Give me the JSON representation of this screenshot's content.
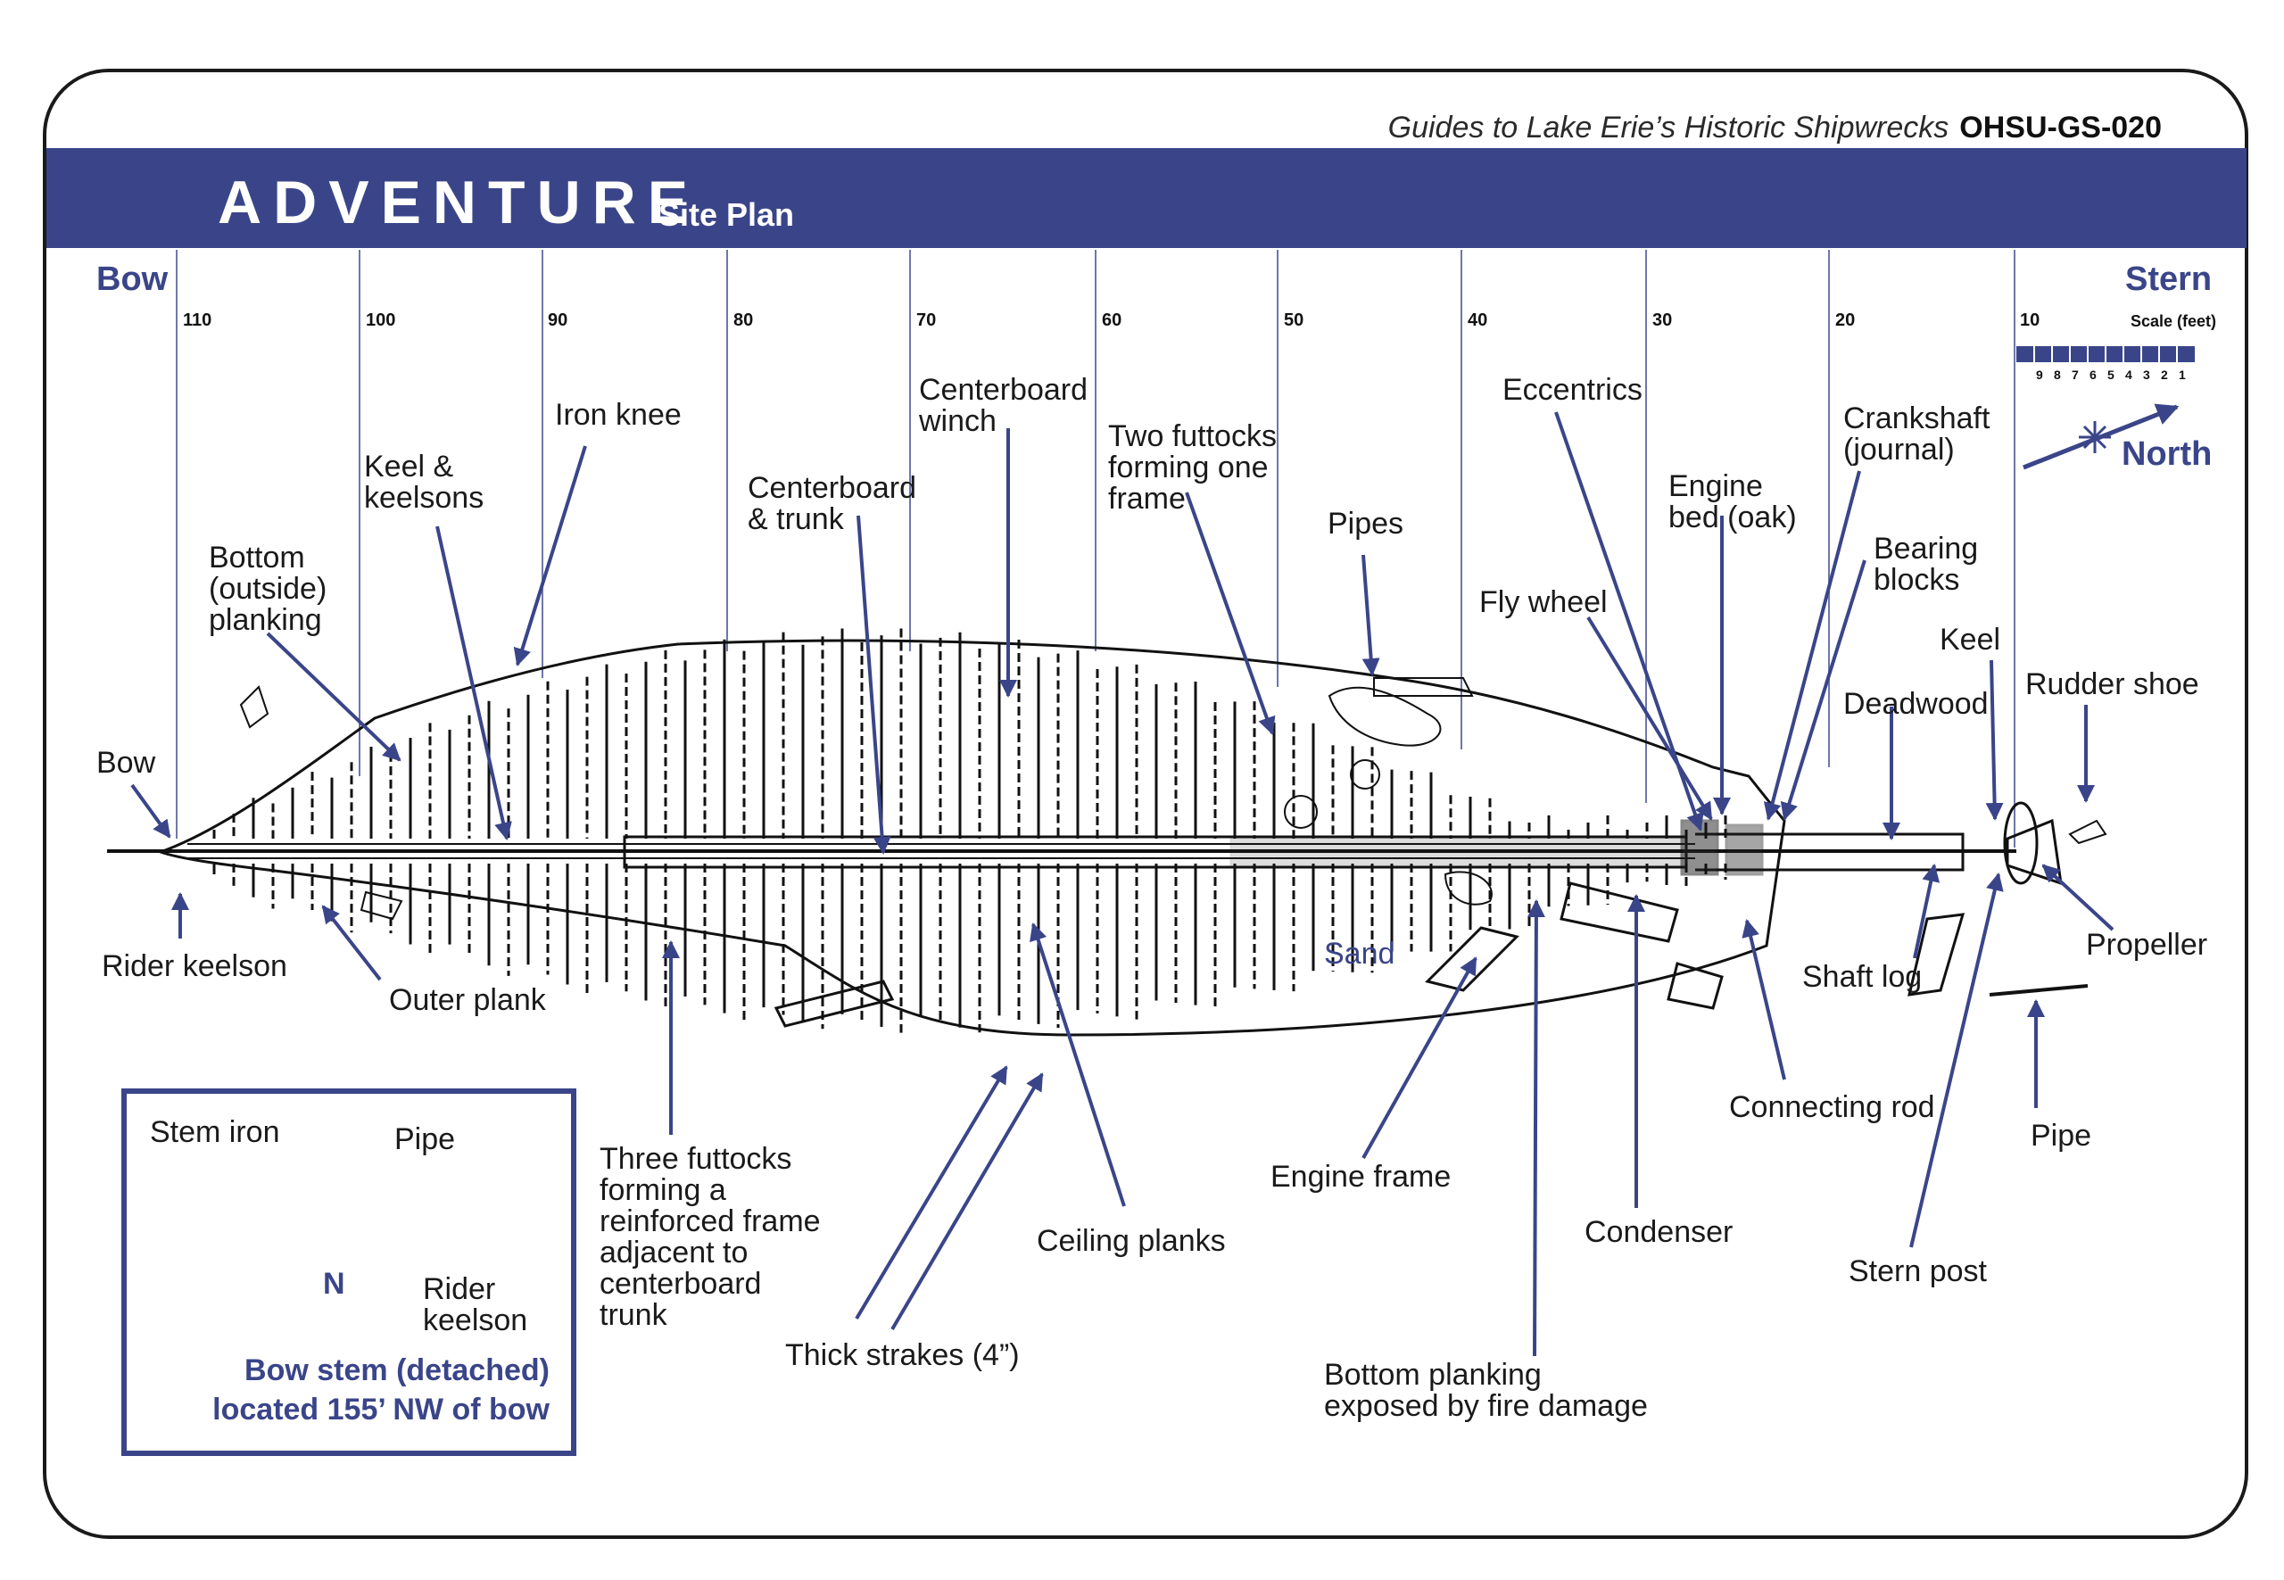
{
  "header": {
    "series": "Guides to Lake Erie’s Historic Shipwrecks",
    "code": "OHSU-GS-020",
    "title": "ADVENTURE",
    "subtitle": "Site Plan"
  },
  "ends": {
    "bow": "Bow",
    "stern": "Stern"
  },
  "distance_ticks": [
    "110",
    "100",
    "90",
    "80",
    "70",
    "60",
    "50",
    "40",
    "30",
    "20",
    "10"
  ],
  "scale": {
    "label": "Scale (feet)",
    "numbers": [
      "9",
      "8",
      "7",
      "6",
      "5",
      "4",
      "3",
      "2",
      "1"
    ]
  },
  "north_label": "North",
  "sand_label": "Sand",
  "labels": {
    "bow": "Bow",
    "rider_keelson": "Rider keelson",
    "outer_plank": "Outer plank",
    "bottom_outside_planking": "Bottom\n(outside)\nplanking",
    "keel_keelsons": "Keel &\nkeelsons",
    "iron_knee": "Iron knee",
    "centerboard_trunk": "Centerboard\n& trunk",
    "centerboard_winch": "Centerboard\nwinch",
    "two_futtocks": "Two futtocks\nforming one\nframe",
    "pipes": "Pipes",
    "eccentrics": "Eccentrics",
    "fly_wheel": "Fly wheel",
    "engine_bed": "Engine\nbed (oak)",
    "crankshaft": "Crankshaft\n(journal)",
    "bearing_blocks": "Bearing\nblocks",
    "keel": "Keel",
    "deadwood": "Deadwood",
    "rudder_shoe": "Rudder shoe",
    "propeller": "Propeller",
    "shaft_log": "Shaft log",
    "pipe": "Pipe",
    "connecting_rod": "Connecting rod",
    "stern_post": "Stern post",
    "condenser": "Condenser",
    "engine_frame": "Engine frame",
    "bottom_planking_fire": "Bottom planking\nexposed by fire damage",
    "ceiling_planks": "Ceiling planks",
    "thick_strakes": "Thick strakes (4”)",
    "three_futtocks": "Three futtocks\nforming a\nreinforced frame\nadjacent to\ncenterboard\ntrunk"
  },
  "inset": {
    "stem_iron": "Stem iron",
    "pipe": "Pipe",
    "rider_keelson": "Rider\nkeelson",
    "north": "N",
    "caption": "Bow stem (detached)\nlocated 155’ NW of bow"
  },
  "colors": {
    "banner": "#3a4589",
    "arrow": "#3a4589",
    "line": "#5a63a5"
  }
}
